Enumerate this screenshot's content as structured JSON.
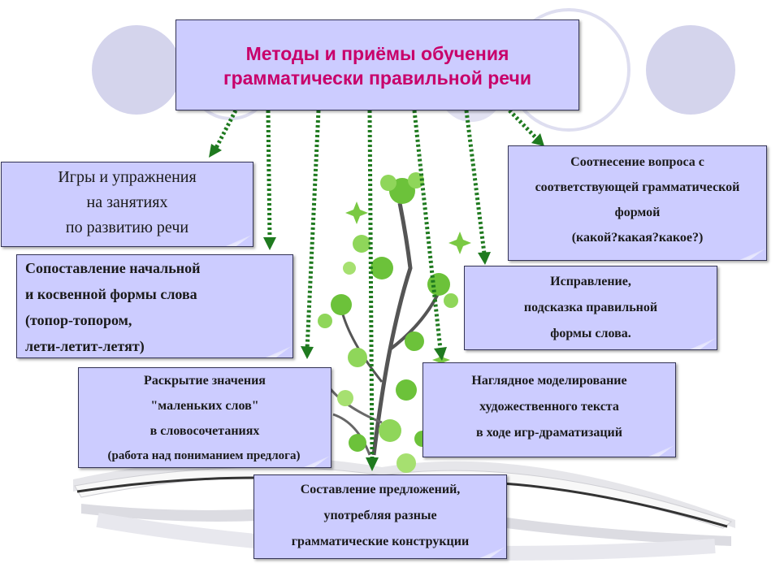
{
  "title": {
    "line1": "Методы и приёмы обучения",
    "line2": "грамматически правильной речи"
  },
  "methods": {
    "games": [
      "Игры и упражнения",
      "на занятиях",
      "по развитию речи"
    ],
    "compare": [
      "Сопоставление начальной",
      "и косвенной формы слова",
      "(топор-топором,",
      "лети-летит-летят)"
    ],
    "reveal": [
      "Раскрытие значения",
      "\"маленьких слов\"",
      "в словосочетаниях",
      "(работа над пониманием предлога)"
    ],
    "relate": [
      "Соотнесение вопроса с",
      "соответствующей грамматической",
      "формой",
      "(какой?какая?какое?)"
    ],
    "correct": [
      "Исправление,",
      "подсказка правильной",
      "формы слова."
    ],
    "model": [
      "Наглядное моделирование",
      "художественного текста",
      "в ходе игр-драматизаций"
    ],
    "compose": [
      "Составление предложений,",
      "употребляя разные",
      "грамматические конструкции"
    ]
  },
  "colors": {
    "box_fill": "#ccccff",
    "title_text": "#c8006a",
    "arrow": "#1f7a1f",
    "circle": "#d4d4ec",
    "plant": "#6cc23a"
  }
}
